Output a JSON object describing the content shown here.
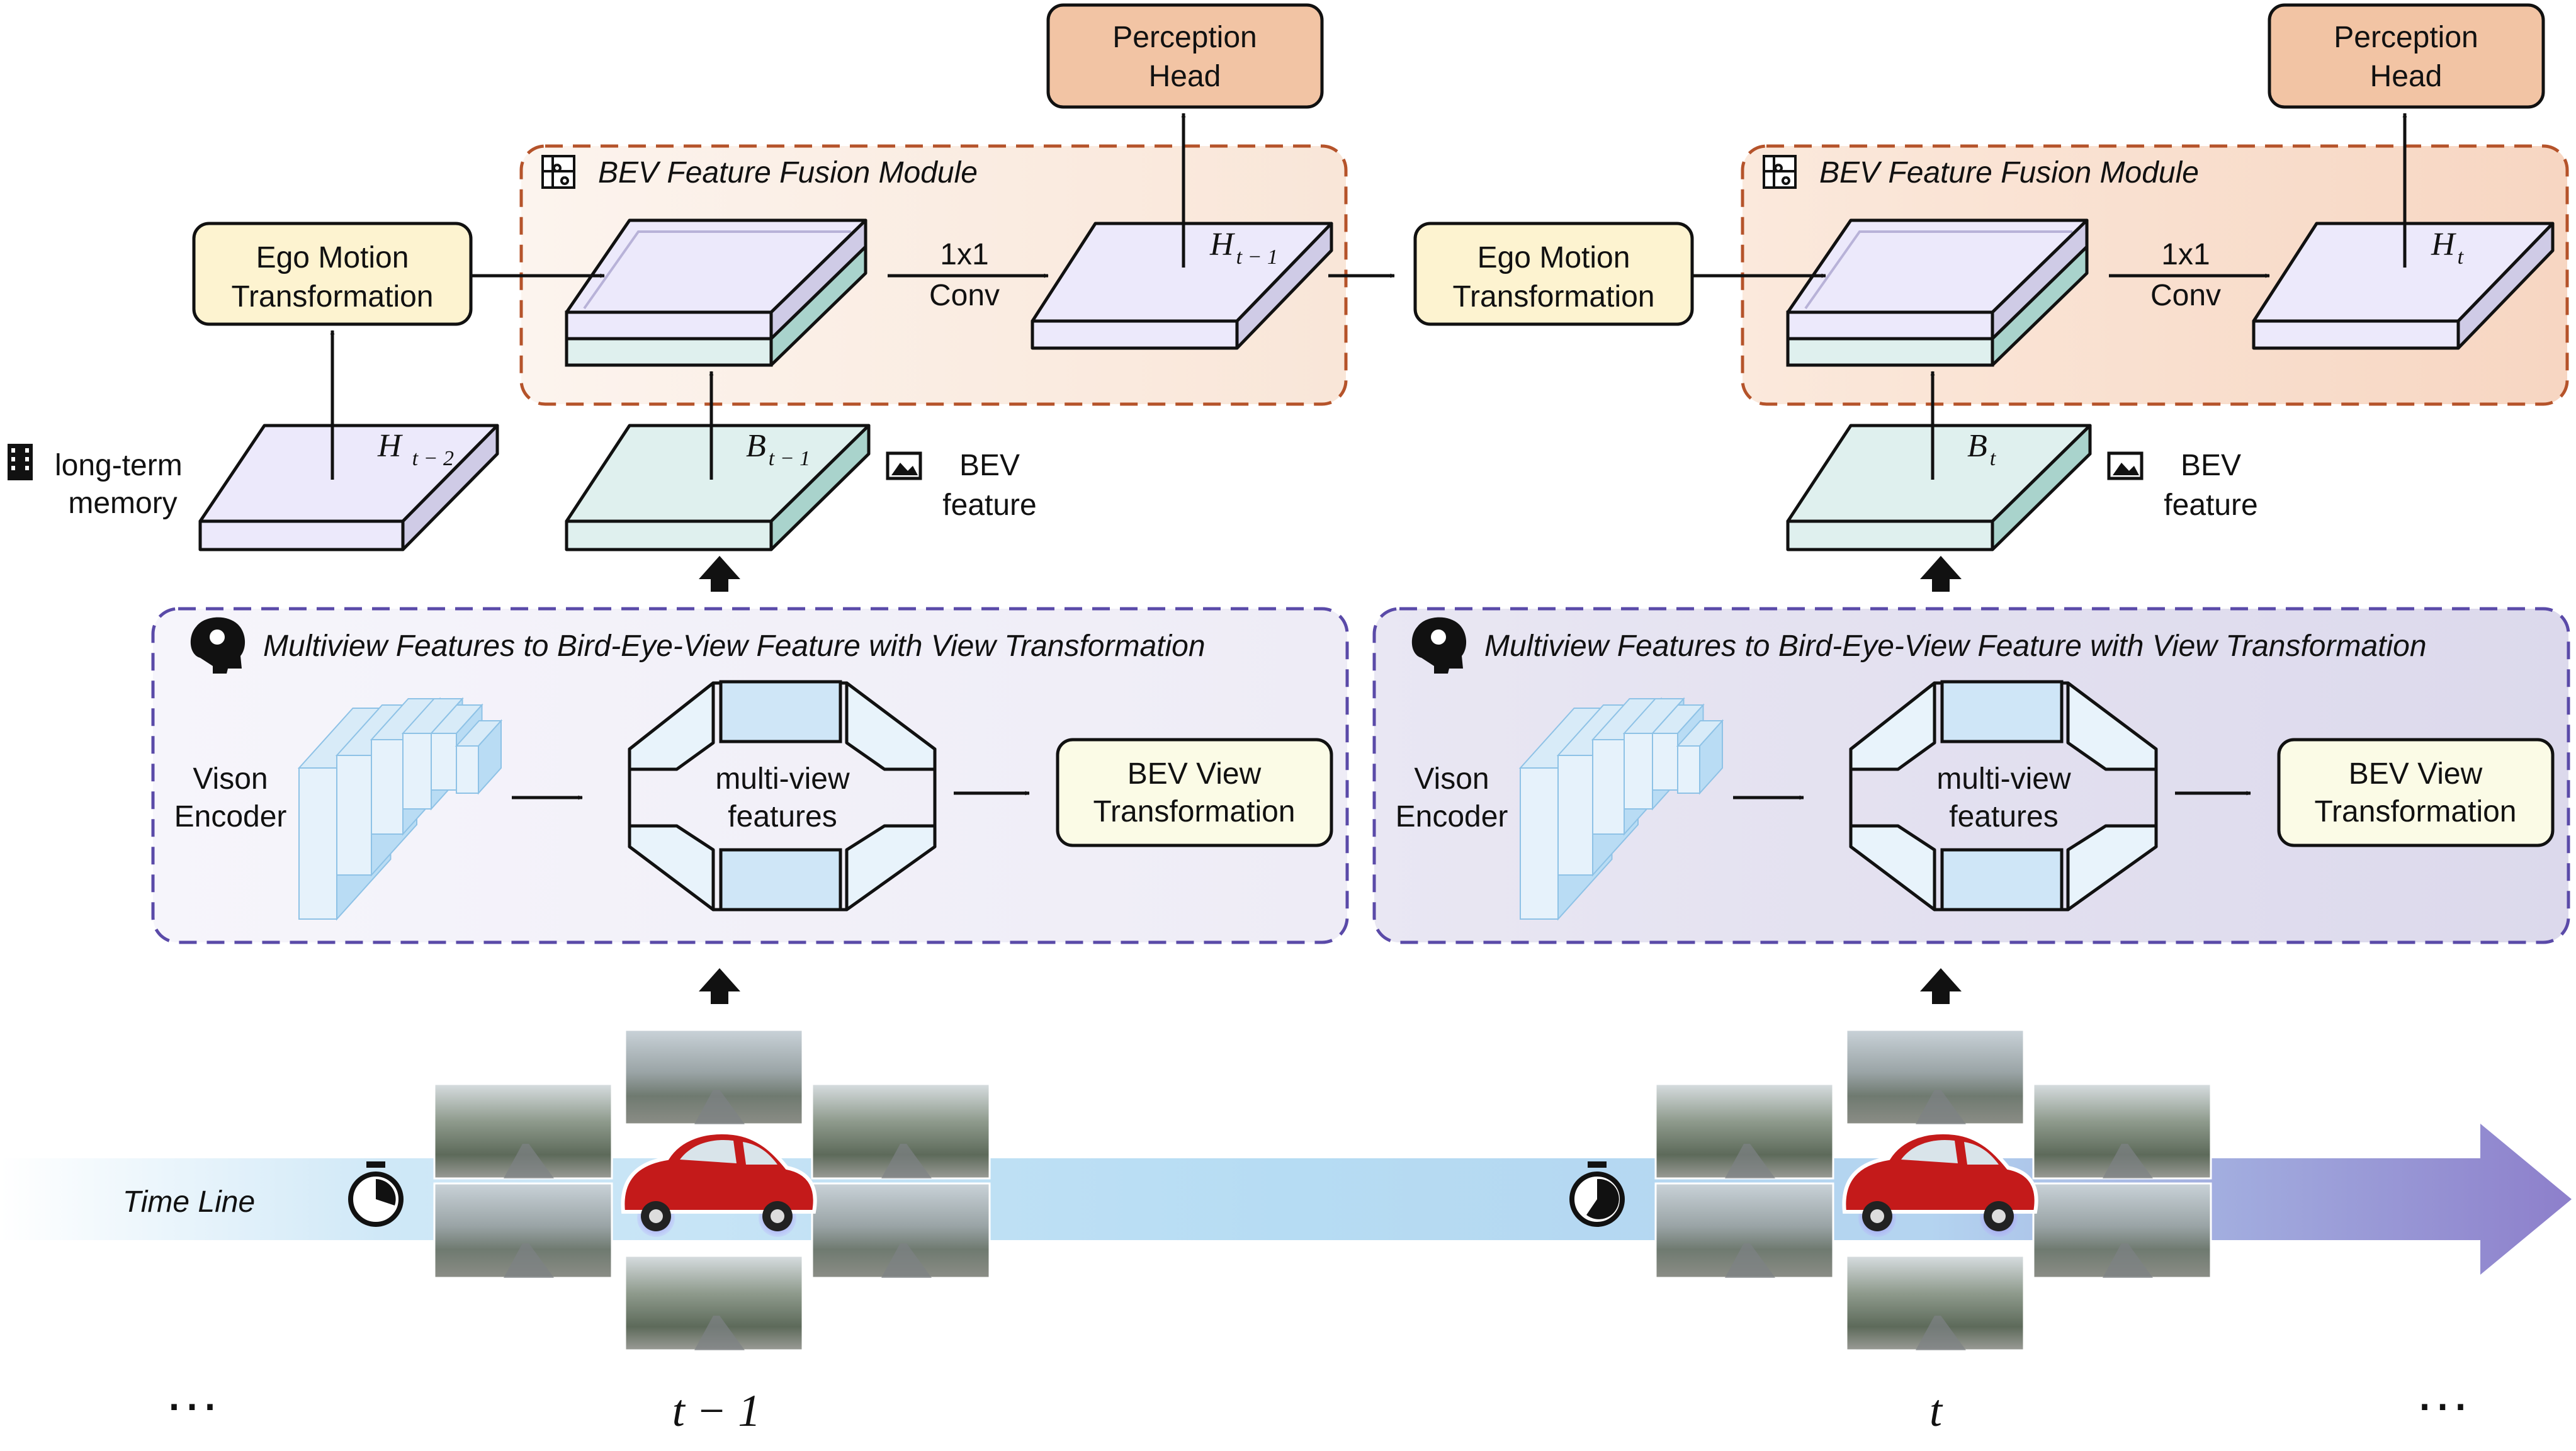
{
  "timeline": {
    "label": "Time Line",
    "left_ellipsis": "…",
    "right_ellipsis": "…",
    "step_prev": "t − 1",
    "step_curr": "t"
  },
  "memory": {
    "label": "long-term memory",
    "label_line1": "long-term",
    "label_line2": "memory",
    "tensor_base": "H",
    "tensor_sub": "t − 2"
  },
  "blocks": [
    {
      "ego_line1": "Ego Motion",
      "ego_line2": "Transformation",
      "fusion_title": "BEV Feature Fusion Module",
      "conv_line1": "1x1",
      "conv_line2": "Conv",
      "out_tensor_base": "H",
      "out_tensor_sub": "t − 1",
      "head_line1": "Perception",
      "head_line2": "Head",
      "bev_tensor_base": "B",
      "bev_tensor_sub": "t − 1",
      "bev_label_line1": "BEV",
      "bev_label_line2": "feature",
      "mv_title": "Multiview Features to Bird-Eye-View Feature with View Transformation",
      "encoder_line1": "Vison",
      "encoder_line2": "Encoder",
      "mvf_line1": "multi-view",
      "mvf_line2": "features",
      "vt_line1": "BEV View",
      "vt_line2": "Transformation"
    },
    {
      "ego_line1": "Ego Motion",
      "ego_line2": "Transformation",
      "fusion_title": "BEV Feature Fusion Module",
      "conv_line1": "1x1",
      "conv_line2": "Conv",
      "out_tensor_base": "H",
      "out_tensor_sub": "t",
      "head_line1": "Perception",
      "head_line2": "Head",
      "bev_tensor_base": "B",
      "bev_tensor_sub": "t",
      "bev_label_line1": "BEV",
      "bev_label_line2": "feature",
      "mv_title": "Multiview Features to Bird-Eye-View Feature with View Transformation",
      "encoder_line1": "Vison",
      "encoder_line2": "Encoder",
      "mvf_line1": "multi-view",
      "mvf_line2": "features",
      "vt_line1": "BEV View",
      "vt_line2": "Transformation"
    }
  ],
  "colors": {
    "head_fill": "#f2c4a4",
    "ego_fill": "#fdf3d0",
    "fusion_fill_1": "#fbeee4",
    "fusion_fill_2": "#f8dccb",
    "fusion_border": "#b5532a",
    "mv_fill_1": "#f4f3fa",
    "mv_fill_2": "#e4e2f0",
    "mv_border": "#5a4aa8",
    "vt_fill": "#fbfbe6",
    "tensor_hist": "#ece9fb",
    "tensor_bev": "#dff0ee",
    "timeline_start": "#ffffff",
    "timeline_mid": "#b6dcf3",
    "timeline_end": "#8d7fcb"
  },
  "icons": [
    "film-icon",
    "image-icon",
    "puzzle-icon",
    "brain-head-icon",
    "stopwatch-icon",
    "car-icon",
    "up-arrow-icon"
  ]
}
